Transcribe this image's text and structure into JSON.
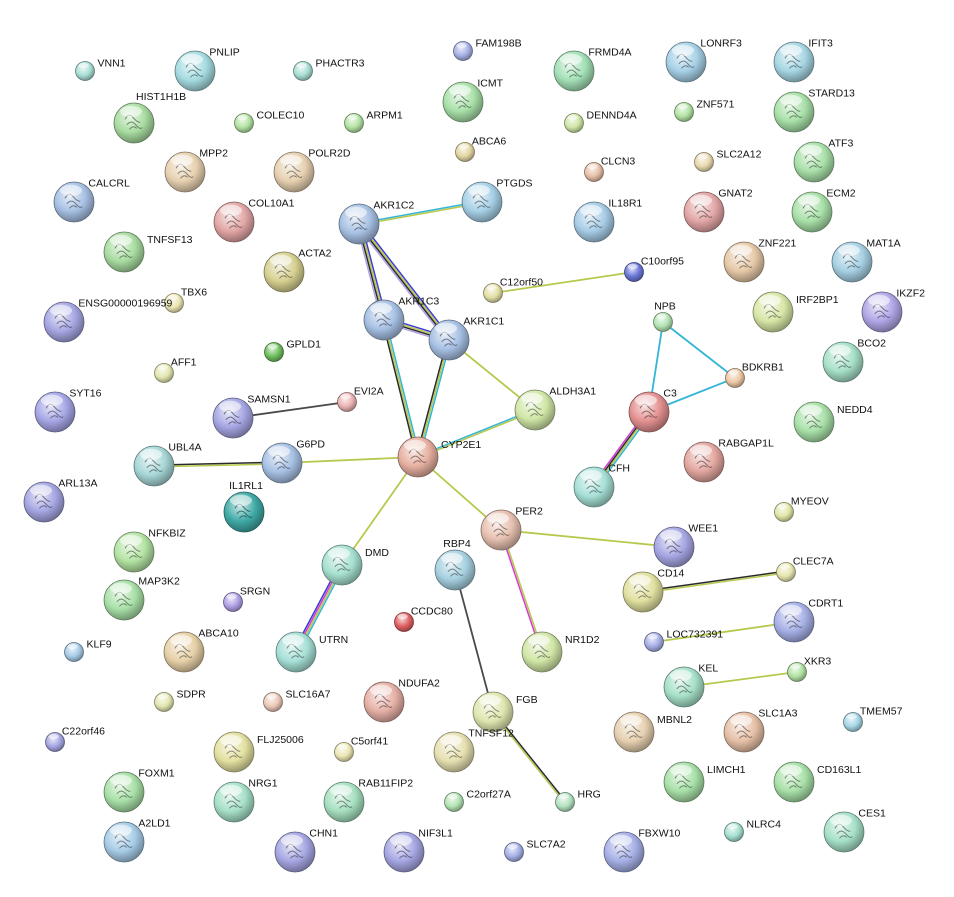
{
  "network": {
    "nodes": [
      {
        "id": "VNN1",
        "label": "VNN1",
        "color": "#a9dfd6",
        "size": "small"
      },
      {
        "id": "PNLIP",
        "label": "PNLIP",
        "color": "#a5dbe0",
        "size": "large"
      },
      {
        "id": "PHACTR3",
        "label": "PHACTR3",
        "color": "#a9dfd6",
        "size": "small"
      },
      {
        "id": "FAM198B",
        "label": "FAM198B",
        "color": "#a8b2e6",
        "size": "small"
      },
      {
        "id": "FRMD4A",
        "label": "FRMD4A",
        "color": "#a3e0b6",
        "size": "large"
      },
      {
        "id": "LONRF3",
        "label": "LONRF3",
        "color": "#a6d0e6",
        "size": "large"
      },
      {
        "id": "IFIT3",
        "label": "IFIT3",
        "color": "#a6d6e3",
        "size": "large"
      },
      {
        "id": "HIST1H1B",
        "label": "HIST1H1B",
        "color": "#a8dca0",
        "size": "large"
      },
      {
        "id": "COLEC10",
        "label": "COLEC10",
        "color": "#b3e3a3",
        "size": "small"
      },
      {
        "id": "ARPM1",
        "label": "ARPM1",
        "color": "#b3e3a3",
        "size": "small"
      },
      {
        "id": "ICMT",
        "label": "ICMT",
        "color": "#a8e0a8",
        "size": "large"
      },
      {
        "id": "DENND4A",
        "label": "DENND4A",
        "color": "#d0e6a6",
        "size": "small"
      },
      {
        "id": "ZNF571",
        "label": "ZNF571",
        "color": "#b3e3a3",
        "size": "small"
      },
      {
        "id": "STARD13",
        "label": "STARD13",
        "color": "#a8e0a8",
        "size": "large"
      },
      {
        "id": "ABCA6",
        "label": "ABCA6",
        "color": "#e3d6a3",
        "size": "small"
      },
      {
        "id": "MPP2",
        "label": "MPP2",
        "color": "#e6d0b0",
        "size": "large"
      },
      {
        "id": "POLR2D",
        "label": "POLR2D",
        "color": "#e6d0b0",
        "size": "large"
      },
      {
        "id": "CLCN3",
        "label": "CLCN3",
        "color": "#e6c0a6",
        "size": "small"
      },
      {
        "id": "SLC2A12",
        "label": "SLC2A12",
        "color": "#ead9b0",
        "size": "small"
      },
      {
        "id": "ATF3",
        "label": "ATF3",
        "color": "#a8e0a8",
        "size": "large"
      },
      {
        "id": "CALCRL",
        "label": "CALCRL",
        "color": "#a6c0e3",
        "size": "large"
      },
      {
        "id": "COL10A1",
        "label": "COL10A1",
        "color": "#e3a6a6",
        "size": "large"
      },
      {
        "id": "PTGDS",
        "label": "PTGDS",
        "color": "#a6d0e6",
        "size": "large"
      },
      {
        "id": "IL18R1",
        "label": "IL18R1",
        "color": "#a6cce6",
        "size": "large"
      },
      {
        "id": "GNAT2",
        "label": "GNAT2",
        "color": "#e3a6a6",
        "size": "large"
      },
      {
        "id": "ECM2",
        "label": "ECM2",
        "color": "#a8e0a8",
        "size": "large"
      },
      {
        "id": "TNFSF13",
        "label": "TNFSF13",
        "color": "#a8dca0",
        "size": "large"
      },
      {
        "id": "AKR1C2",
        "label": "AKR1C2",
        "color": "#a6c0e3",
        "size": "large"
      },
      {
        "id": "ACTA2",
        "label": "ACTA2",
        "color": "#d6d090",
        "size": "large"
      },
      {
        "id": "ZNF221",
        "label": "ZNF221",
        "color": "#e6c8a6",
        "size": "large"
      },
      {
        "id": "MAT1A",
        "label": "MAT1A",
        "color": "#a6d0e3",
        "size": "large"
      },
      {
        "id": "C12orf50",
        "label": "C12orf50",
        "color": "#e3e0a6",
        "size": "small"
      },
      {
        "id": "C10orf95",
        "label": "C10orf95",
        "color": "#6b78d6",
        "size": "small"
      },
      {
        "id": "TBX6",
        "label": "TBX6",
        "color": "#ece6b3",
        "size": "small"
      },
      {
        "id": "ENSG00000196959",
        "label": "ENSG00000196959",
        "color": "#a6a6e3",
        "size": "large"
      },
      {
        "id": "AKR1C3",
        "label": "AKR1C3",
        "color": "#a6c0e3",
        "size": "large"
      },
      {
        "id": "AKR1C1",
        "label": "AKR1C1",
        "color": "#a6c0e3",
        "size": "large"
      },
      {
        "id": "IRF2BP1",
        "label": "IRF2BP1",
        "color": "#d6e6a6",
        "size": "large"
      },
      {
        "id": "IKZF2",
        "label": "IKZF2",
        "color": "#b0a6e6",
        "size": "large"
      },
      {
        "id": "GPLD1",
        "label": "GPLD1",
        "color": "#6fbf5f",
        "size": "small"
      },
      {
        "id": "NPB",
        "label": "NPB",
        "color": "#b3e3b3",
        "size": "small"
      },
      {
        "id": "BCO2",
        "label": "BCO2",
        "color": "#a6e0c8",
        "size": "large"
      },
      {
        "id": "AFF1",
        "label": "AFF1",
        "color": "#e3e6b0",
        "size": "small"
      },
      {
        "id": "BDKRB1",
        "label": "BDKRB1",
        "color": "#ecc8a6",
        "size": "small"
      },
      {
        "id": "SYT16",
        "label": "SYT16",
        "color": "#a6a6e6",
        "size": "large"
      },
      {
        "id": "SAMSN1",
        "label": "SAMSN1",
        "color": "#a6a6e3",
        "size": "large"
      },
      {
        "id": "EVI2A",
        "label": "EVI2A",
        "color": "#ecb3b3",
        "size": "small"
      },
      {
        "id": "ALDH3A1",
        "label": "ALDH3A1",
        "color": "#d0e6a6",
        "size": "large"
      },
      {
        "id": "C3",
        "label": "C3",
        "color": "#e39090",
        "size": "large"
      },
      {
        "id": "NEDD4",
        "label": "NEDD4",
        "color": "#a8e0a8",
        "size": "large"
      },
      {
        "id": "UBL4A",
        "label": "UBL4A",
        "color": "#a6d6d6",
        "size": "large"
      },
      {
        "id": "G6PD",
        "label": "G6PD",
        "color": "#a6c0e3",
        "size": "large"
      },
      {
        "id": "CYP2E1",
        "label": "CYP2E1",
        "color": "#e6b0a0",
        "size": "large"
      },
      {
        "id": "RABGAP1L",
        "label": "RABGAP1L",
        "color": "#e3a6a0",
        "size": "large"
      },
      {
        "id": "ARL13A",
        "label": "ARL13A",
        "color": "#a6a6e3",
        "size": "large"
      },
      {
        "id": "IL1RL1",
        "label": "IL1RL1",
        "color": "#3faaa6",
        "size": "large"
      },
      {
        "id": "CFH",
        "label": "CFH",
        "color": "#a6e0d6",
        "size": "large"
      },
      {
        "id": "MYEOV",
        "label": "MYEOV",
        "color": "#e0e6a6",
        "size": "small"
      },
      {
        "id": "NFKBIZ",
        "label": "NFKBIZ",
        "color": "#b3e3a3",
        "size": "large"
      },
      {
        "id": "PER2",
        "label": "PER2",
        "color": "#e6c0b0",
        "size": "large"
      },
      {
        "id": "WEE1",
        "label": "WEE1",
        "color": "#a6a6e3",
        "size": "large"
      },
      {
        "id": "DMD",
        "label": "DMD",
        "color": "#a6e0d0",
        "size": "large"
      },
      {
        "id": "RBP4",
        "label": "RBP4",
        "color": "#a6d0e0",
        "size": "large"
      },
      {
        "id": "CD14",
        "label": "CD14",
        "color": "#e0e0a0",
        "size": "large"
      },
      {
        "id": "CLEC7A",
        "label": "CLEC7A",
        "color": "#e6e6b0",
        "size": "small"
      },
      {
        "id": "MAP3K2",
        "label": "MAP3K2",
        "color": "#a8e0a8",
        "size": "large"
      },
      {
        "id": "SRGN",
        "label": "SRGN",
        "color": "#b0a0e6",
        "size": "small"
      },
      {
        "id": "CCDC80",
        "label": "CCDC80",
        "color": "#e06060",
        "size": "small"
      },
      {
        "id": "CDRT1",
        "label": "CDRT1",
        "color": "#a6b0e6",
        "size": "large"
      },
      {
        "id": "KLF9",
        "label": "KLF9",
        "color": "#a6cce6",
        "size": "small"
      },
      {
        "id": "ABCA10",
        "label": "ABCA10",
        "color": "#e6d0a6",
        "size": "large"
      },
      {
        "id": "UTRN",
        "label": "UTRN",
        "color": "#a6e0d6",
        "size": "large"
      },
      {
        "id": "NR1D2",
        "label": "NR1D2",
        "color": "#d0e6a6",
        "size": "large"
      },
      {
        "id": "LOC732391",
        "label": "LOC732391",
        "color": "#a6aee6",
        "size": "small"
      },
      {
        "id": "XKR3",
        "label": "XKR3",
        "color": "#b3e3a3",
        "size": "small"
      },
      {
        "id": "KEL",
        "label": "KEL",
        "color": "#a6e0c8",
        "size": "large"
      },
      {
        "id": "SDPR",
        "label": "SDPR",
        "color": "#e3e6b0",
        "size": "small"
      },
      {
        "id": "SLC16A7",
        "label": "SLC16A7",
        "color": "#ecc8b8",
        "size": "small"
      },
      {
        "id": "NDUFA2",
        "label": "NDUFA2",
        "color": "#e6b0a6",
        "size": "large"
      },
      {
        "id": "FGB",
        "label": "FGB",
        "color": "#e0e6b0",
        "size": "large"
      },
      {
        "id": "MBNL2",
        "label": "MBNL2",
        "color": "#e6d0b0",
        "size": "large"
      },
      {
        "id": "SLC1A3",
        "label": "SLC1A3",
        "color": "#e6c0a6",
        "size": "large"
      },
      {
        "id": "TMEM57",
        "label": "TMEM57",
        "color": "#a6d6e6",
        "size": "small"
      },
      {
        "id": "C22orf46",
        "label": "C22orf46",
        "color": "#a6a6e3",
        "size": "small"
      },
      {
        "id": "FLJ25006",
        "label": "FLJ25006",
        "color": "#e3e0a0",
        "size": "large"
      },
      {
        "id": "C5orf41",
        "label": "C5orf41",
        "color": "#ece6b3",
        "size": "small"
      },
      {
        "id": "TNFSF12",
        "label": "TNFSF12",
        "color": "#e6e0b0",
        "size": "large"
      },
      {
        "id": "FOXM1",
        "label": "FOXM1",
        "color": "#a8e0a8",
        "size": "large"
      },
      {
        "id": "NRG1",
        "label": "NRG1",
        "color": "#a6e0c8",
        "size": "large"
      },
      {
        "id": "RAB11FIP2",
        "label": "RAB11FIP2",
        "color": "#a6e0c0",
        "size": "large"
      },
      {
        "id": "C2orf27A",
        "label": "C2orf27A",
        "color": "#b3e3b3",
        "size": "small"
      },
      {
        "id": "HRG",
        "label": "HRG",
        "color": "#b3e3c0",
        "size": "small"
      },
      {
        "id": "LIMCH1",
        "label": "LIMCH1",
        "color": "#a8e0a8",
        "size": "large"
      },
      {
        "id": "CD163L1",
        "label": "CD163L1",
        "color": "#a8e0a8",
        "size": "large"
      },
      {
        "id": "CES1",
        "label": "CES1",
        "color": "#a6e0c8",
        "size": "large"
      },
      {
        "id": "A2LD1",
        "label": "A2LD1",
        "color": "#a6cce6",
        "size": "large"
      },
      {
        "id": "CHN1",
        "label": "CHN1",
        "color": "#a6a6e3",
        "size": "large"
      },
      {
        "id": "NIF3L1",
        "label": "NIF3L1",
        "color": "#a6a6e3",
        "size": "large"
      },
      {
        "id": "SLC7A2",
        "label": "SLC7A2",
        "color": "#a6b0e6",
        "size": "small"
      },
      {
        "id": "FBXW10",
        "label": "FBXW10",
        "color": "#a6b0e6",
        "size": "large"
      },
      {
        "id": "NLRC4",
        "label": "NLRC4",
        "color": "#a6e0d0",
        "size": "small"
      }
    ],
    "edges": [
      {
        "source": "AKR1C2",
        "target": "AKR1C3",
        "colors": [
          "#3b3bd6",
          "#b8c84c",
          "#2a2a2a",
          "#b0a0e6"
        ]
      },
      {
        "source": "AKR1C2",
        "target": "AKR1C1",
        "colors": [
          "#3b3bd6",
          "#b8c84c",
          "#2a2a2a",
          "#b0a0e6"
        ]
      },
      {
        "source": "AKR1C3",
        "target": "AKR1C1",
        "colors": [
          "#3b3bd6",
          "#b8c84c",
          "#2a2a2a",
          "#b0a0e6"
        ]
      },
      {
        "source": "AKR1C3",
        "target": "CYP2E1",
        "colors": [
          "#33b5d6",
          "#b8c84c",
          "#2a2a2a"
        ]
      },
      {
        "source": "AKR1C1",
        "target": "CYP2E1",
        "colors": [
          "#33b5d6",
          "#b8c84c",
          "#2a2a2a"
        ]
      },
      {
        "source": "AKR1C2",
        "target": "PTGDS",
        "colors": [
          "#33b5d6",
          "#b8c84c"
        ]
      },
      {
        "source": "AKR1C1",
        "target": "ALDH3A1",
        "colors": [
          "#b8c84c"
        ]
      },
      {
        "source": "CYP2E1",
        "target": "ALDH3A1",
        "colors": [
          "#33b5d6",
          "#b8c84c"
        ]
      },
      {
        "source": "C12orf50",
        "target": "C10orf95",
        "colors": [
          "#b8c84c"
        ]
      },
      {
        "source": "NPB",
        "target": "BDKRB1",
        "colors": [
          "#33b5d6"
        ]
      },
      {
        "source": "NPB",
        "target": "C3",
        "colors": [
          "#33b5d6"
        ]
      },
      {
        "source": "C3",
        "target": "BDKRB1",
        "colors": [
          "#33b5d6"
        ]
      },
      {
        "source": "C3",
        "target": "CFH",
        "colors": [
          "#33b5d6",
          "#b8c84c",
          "#2a2a2a",
          "#d63bd6"
        ]
      },
      {
        "source": "SAMSN1",
        "target": "EVI2A",
        "colors": [
          "#4a4a4a"
        ]
      },
      {
        "source": "UBL4A",
        "target": "G6PD",
        "colors": [
          "#2a2a2a",
          "#b8c84c"
        ]
      },
      {
        "source": "G6PD",
        "target": "CYP2E1",
        "colors": [
          "#b8c84c"
        ]
      },
      {
        "source": "CYP2E1",
        "target": "DMD",
        "colors": [
          "#b8c84c"
        ]
      },
      {
        "source": "CYP2E1",
        "target": "PER2",
        "colors": [
          "#b8c84c"
        ]
      },
      {
        "source": "PER2",
        "target": "WEE1",
        "colors": [
          "#b8c84c"
        ]
      },
      {
        "source": "PER2",
        "target": "NR1D2",
        "colors": [
          "#b8c84c",
          "#d63bd6"
        ]
      },
      {
        "source": "DMD",
        "target": "UTRN",
        "colors": [
          "#33b5d6",
          "#b8c84c",
          "#d63bd6",
          "#3b3bd6"
        ]
      },
      {
        "source": "CD14",
        "target": "CLEC7A",
        "colors": [
          "#2a2a2a",
          "#b8c84c"
        ]
      },
      {
        "source": "LOC732391",
        "target": "CDRT1",
        "colors": [
          "#b8c84c"
        ]
      },
      {
        "source": "KEL",
        "target": "XKR3",
        "colors": [
          "#b8c84c"
        ]
      },
      {
        "source": "RBP4",
        "target": "FGB",
        "colors": [
          "#4a4a4a"
        ]
      },
      {
        "source": "FGB",
        "target": "HRG",
        "colors": [
          "#2a2a2a",
          "#b8c84c"
        ]
      }
    ]
  }
}
